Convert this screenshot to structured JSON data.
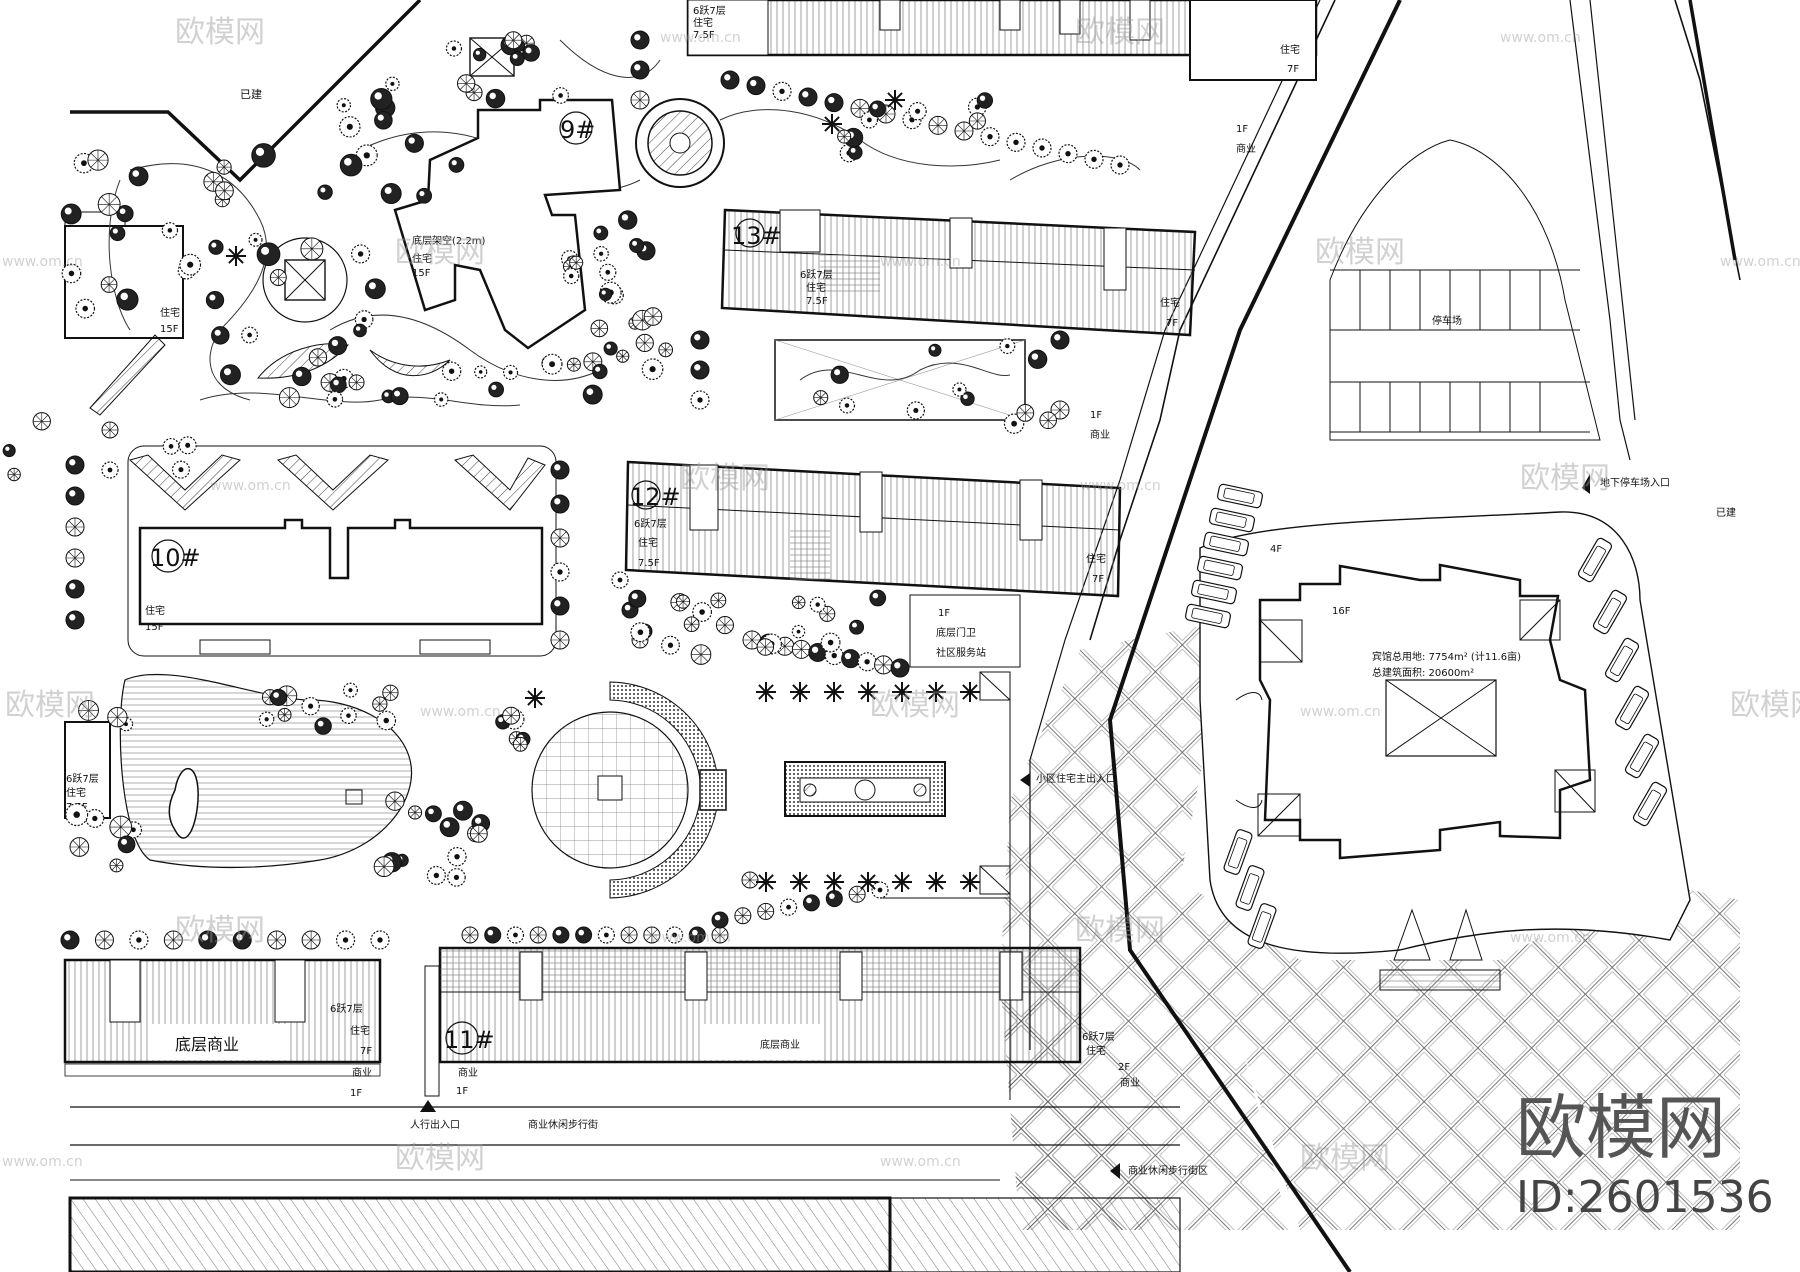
{
  "buildings": {
    "b9": "9#",
    "b13": "13#",
    "b12": "12#",
    "b10": "10#",
    "b11": "11#"
  },
  "labels": {
    "existing_1": "已建",
    "existing_2": "已建",
    "b9_floor": "底层架空(2.2m)",
    "b9_use": "住宅",
    "b9_storeys": "15F",
    "left_res": "住宅",
    "left_res_storeys": "15F",
    "top_storeys": "6跃7层",
    "top_res": "住宅",
    "top_height": "7.5F",
    "top_right_res": "住宅",
    "top_right_storeys": "7F",
    "shop_1f_a": "1F",
    "shop_a": "商业",
    "b13_storeys": "6跃7层",
    "b13_res": "住宅",
    "b13_h": "7.5F",
    "b13_right_res": "住宅",
    "b13_right_storeys": "7F",
    "shop_1f_b": "1F",
    "shop_b": "商业",
    "parking": "停车场",
    "underground_entry": "地下停车场入口",
    "b12_storeys": "6跃7层",
    "b12_res": "住宅",
    "b12_h": "7.5F",
    "b12_right_res": "住宅",
    "b12_right_storeys": "7F",
    "b10_res": "住宅",
    "b10_storeys": "15F",
    "guard_1f": "1F",
    "guard": "底层门卫",
    "community": "社区服务站",
    "hotel_4f": "4F",
    "hotel_16f": "16F",
    "hotel_area": "宾馆总用地: 7754m² (计11.6亩)",
    "hotel_gfa": "总建筑面积: 20600m²",
    "main_entry": "小区住宅主出入口",
    "left_mid_storeys": "6跃7层",
    "left_mid_res": "住宅",
    "left_mid_h": "7.5F",
    "ground_shop_left": "底层商业",
    "bl_storeys": "6跃7层",
    "bl_res": "住宅",
    "bl_7f": "7F",
    "bl_shop": "商业",
    "bl_1f": "1F",
    "b11_shop": "商业",
    "b11_1f": "1F",
    "b11_ground": "底层商业",
    "b11_storeys": "6跃7层",
    "b11_res": "住宅",
    "b11_2f": "2F",
    "b11_2f_shop": "商业",
    "ped_entry": "人行出入口",
    "walk_street": "商业休闲步行街",
    "walk_street_area": "商业休闲步行街区"
  },
  "watermark": {
    "brand": "欧模网",
    "url": "www.om.cn",
    "id": "ID:2601536"
  },
  "colors": {
    "ink": "#111111",
    "grey": "#9a9a9a"
  }
}
